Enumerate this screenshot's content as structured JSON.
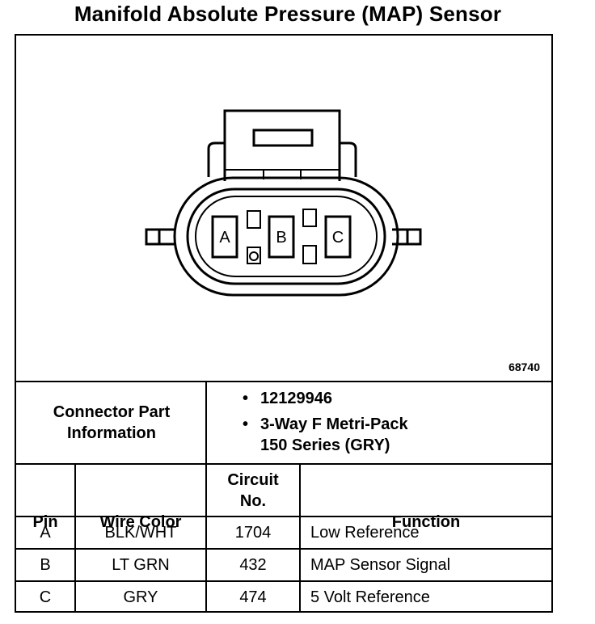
{
  "title": "Manifold Absolute Pressure (MAP) Sensor",
  "figure_number": "68740",
  "connector": {
    "pin_labels": [
      "A",
      "B",
      "C"
    ],
    "info_label_line1": "Connector Part",
    "info_label_line2": "Information",
    "part_number": "12129946",
    "description_line1": "3-Way F Metri-Pack",
    "description_line2": "150 Series (GRY)"
  },
  "table": {
    "headers": {
      "pin": "Pin",
      "wire_color": "Wire Color",
      "circuit_line1": "Circuit",
      "circuit_line2": "No.",
      "function": "Function"
    },
    "rows": [
      {
        "pin": "A",
        "wire_color": "BLK/WHT",
        "circuit": "1704",
        "function": "Low Reference"
      },
      {
        "pin": "B",
        "wire_color": "LT GRN",
        "circuit": "432",
        "function": "MAP Sensor Signal"
      },
      {
        "pin": "C",
        "wire_color": "GRY",
        "circuit": "474",
        "function": "5 Volt Reference"
      }
    ]
  }
}
